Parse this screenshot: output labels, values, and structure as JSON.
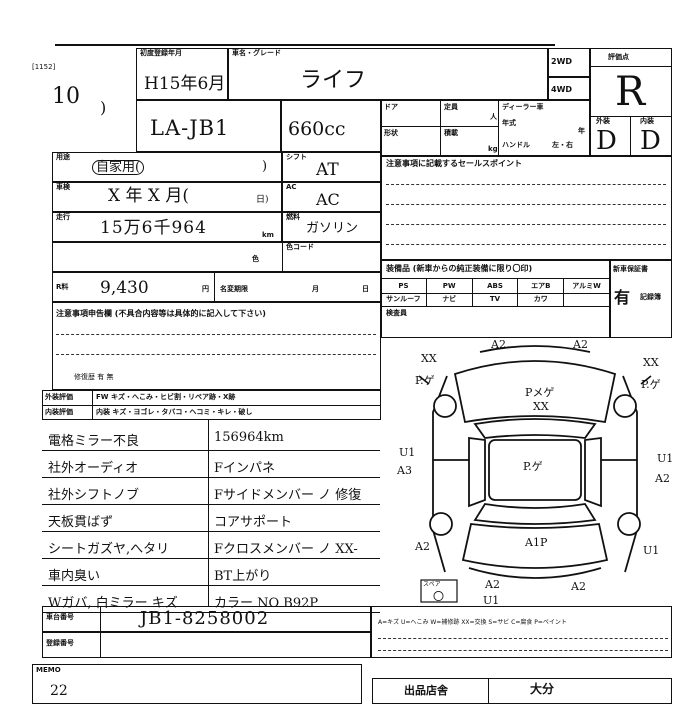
{
  "header": {
    "ref_code": "[1152]",
    "lot_number": "10",
    "paren": ")"
  },
  "first_reg": {
    "label": "初度登録年月",
    "value": "H15年6月"
  },
  "car_name": {
    "label": "車名・グレード",
    "value": "ライフ"
  },
  "drive": {
    "label_2wd": "2WD",
    "label_4wd": "4WD"
  },
  "score": {
    "label": "評価点",
    "value": "R",
    "exterior_label": "外装",
    "interior_label": "内装",
    "exterior": "D",
    "interior": "D"
  },
  "model": {
    "code": "LA-JB1"
  },
  "displacement": {
    "value": "660cc"
  },
  "spec_labels": {
    "doors": "ドア",
    "capacity": "定員",
    "shape": "形状",
    "load": "積載",
    "unit_person": "人",
    "unit_kg": "kg",
    "dealer": "ディーラー車",
    "model_year": "年式",
    "year_unit": "年",
    "handle": "ハンドル",
    "handle_opts": "左・右"
  },
  "usage": {
    "label": "用途",
    "value": "自家用(",
    "close": ")"
  },
  "shift": {
    "label": "シフト",
    "value": "AT"
  },
  "ac": {
    "label": "AC",
    "value": "AC"
  },
  "inspection": {
    "label": "車検",
    "value": "X 年 X 月(",
    "day": "日)"
  },
  "mileage": {
    "label": "走行",
    "value": "15万6千964",
    "unit": "km"
  },
  "fuel": {
    "label": "燃料",
    "value": "ガソリン"
  },
  "color_code": {
    "label": "色コード"
  },
  "color": {
    "label": "色"
  },
  "recycle": {
    "label": "R料",
    "value": "9,430",
    "unit": "円"
  },
  "change_date": {
    "label": "名変期限",
    "month": "月",
    "day": "日"
  },
  "sales_point": {
    "label": "注意事項に記載するセールスポイント"
  },
  "equipment": {
    "label": "装備品 (新車からの純正装備に限り〇印)",
    "row1": [
      "PS",
      "PW",
      "ABS",
      "エアB",
      "アルミW"
    ],
    "row2": [
      "サンルーフ",
      "ナビ",
      "TV",
      "カワ",
      ""
    ]
  },
  "record": {
    "label": "新車保証書",
    "value": "有",
    "sub": "記録簿"
  },
  "remarks": {
    "label": "注意事項申告欄 (不具合内容等は具体的に記入して下さい)"
  },
  "condition_note": "修復歴 有 無",
  "inspector_label": "検査員",
  "exterior_rating": {
    "label": "外装評価",
    "opts": "FW キズ・へこみ・ヒビ割・リペア跡・X跡"
  },
  "interior_rating": {
    "label": "内装評価",
    "opts": "内装 キズ・ヨゴレ・タバコ・ヘコミ・キレ・破し"
  },
  "notes": [
    [
      "電格ミラー不良",
      "156964km"
    ],
    [
      "社外オーディオ",
      "Fインパネ"
    ],
    [
      "社外シフトノブ",
      "Fサイドメンバー ノ 修復"
    ],
    [
      "天板貫ばず",
      "コアサポート"
    ],
    [
      "シートガズヤ,へタリ",
      "Fクロスメンバー ノ XX-"
    ],
    [
      "車内臭い",
      "BT上がり"
    ],
    [
      "Wガバ, 白ミラー キズ",
      "カラー NO B92P"
    ]
  ],
  "chassis": {
    "label": "車台番号",
    "value": "JB1-8258002"
  },
  "register": {
    "label": "登録番号"
  },
  "legend": "A=キズ U=へこみ W=補修跡 XX=交換 S=サビ C=腐食 P=ペイント",
  "memo": {
    "label": "MEMO",
    "value": "22"
  },
  "dealer_label": "出品店舎",
  "region": "大分",
  "diagram_marks": {
    "tl": "XX",
    "tl2": "P.ゲ",
    "tr": "XX",
    "tr2": "P.ゲ",
    "top_a1": "A2",
    "top_a2": "A2",
    "hood": "Pメゲ",
    "hood2": "XX",
    "roof": "P.ゲ",
    "left1": "U1",
    "left2": "A3",
    "right1": "U1",
    "right2": "A2",
    "trunk": "A1P",
    "bl": "A2",
    "br": "U1",
    "bot1": "A2",
    "bot2": "U1",
    "bot3": "A2",
    "spare_label": "スペア",
    "spare_value": "〇"
  }
}
